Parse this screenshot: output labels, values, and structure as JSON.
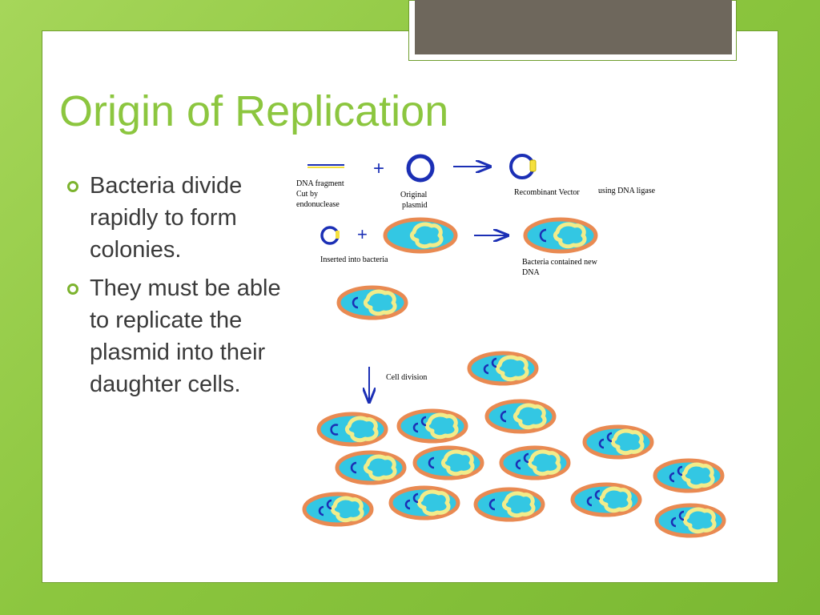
{
  "slide": {
    "title": "Origin of Replication",
    "bullets": [
      "Bacteria divide rapidly to form colonies.",
      "They must be able to replicate the plasmid into their daughter cells."
    ]
  },
  "diagram": {
    "labels": {
      "dna_fragment_line1": "DNA fragment",
      "dna_fragment_line2": "Cut by",
      "dna_fragment_line3": "endonuclease",
      "original_plasmid_line1": "Original",
      "original_plasmid_line2": "plasmid",
      "recombinant_vector": "Recombinant Vector",
      "using_dna_ligase": "using DNA ligase",
      "inserted_into_bacteria": "Inserted into bacteria",
      "bacteria_new_dna_line1": "Bacteria contained new",
      "bacteria_new_dna_line2": "DNA",
      "cell_division": "Cell division",
      "plus": "+"
    },
    "colors": {
      "cell_membrane": "#e98a52",
      "cytoplasm": "#33c7e3",
      "nucleoid": "#f2ec8a",
      "plasmid": "#1b2fb5",
      "insert": "#f5e03c",
      "arrow": "#1b2fb5",
      "accent_green": "#8cc63f"
    }
  }
}
